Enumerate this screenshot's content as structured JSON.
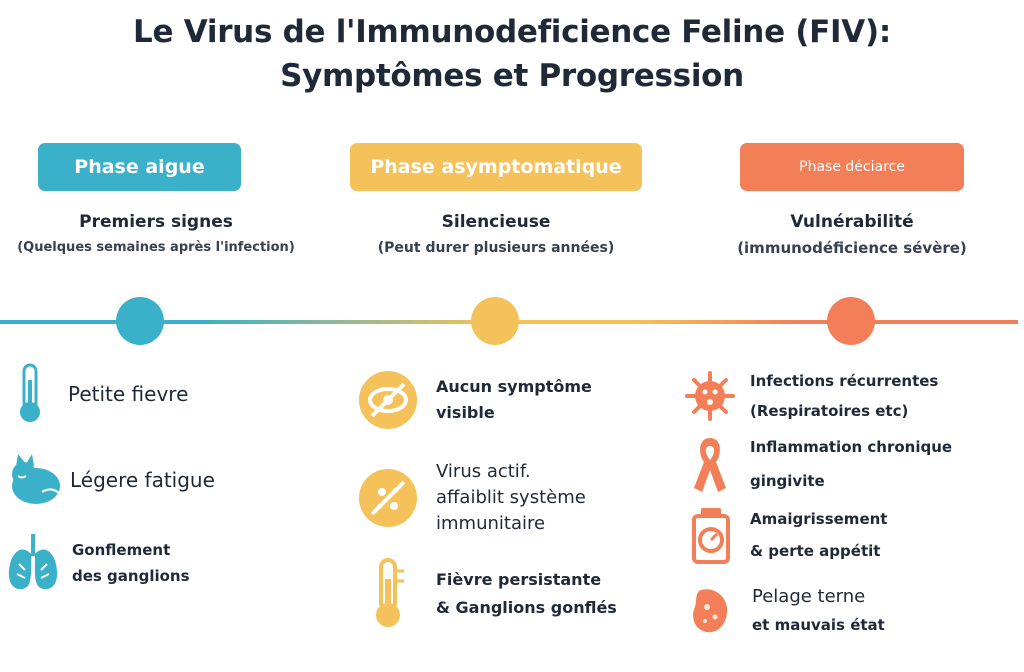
{
  "title": {
    "line1": "Le Virus de l'Immunodeficience Feline (FIV):",
    "line2": "Symptômes et Progression"
  },
  "colors": {
    "blue": "#3ab1c8",
    "yellow": "#f4c15a",
    "orange": "#f27f58"
  },
  "phases": [
    {
      "badge": "Phase aigue",
      "heading": "Premiers signes",
      "subheading": "(Quelques semaines après l'infection)",
      "items": [
        {
          "icon": "thermometer-icon",
          "lines": [
            "Petite fievre"
          ]
        },
        {
          "icon": "sleeping-cat-icon",
          "lines": [
            "Légere fatigue"
          ]
        },
        {
          "icon": "lungs-icon",
          "lines": [
            "Gonflement",
            "des ganglions"
          ]
        }
      ]
    },
    {
      "badge": "Phase asymptomatique",
      "heading": "Silencieuse",
      "subheading": "(Peut durer plusieurs années)",
      "items": [
        {
          "icon": "eye-off-icon",
          "lines": [
            "Aucun symptôme",
            "visible"
          ]
        },
        {
          "icon": "virus-crossed-icon",
          "lines": [
            "Virus actif.",
            "affaiblit système",
            "immunitaire"
          ]
        },
        {
          "icon": "thermometer-icon",
          "lines": [
            "Fièvre persistante",
            "& Ganglions gonflés"
          ]
        }
      ]
    },
    {
      "badge": "Phase déciarce",
      "heading": "Vulnérabilité",
      "subheading": "(immunodéficience sévère)",
      "items": [
        {
          "icon": "virus-icon",
          "lines": [
            "Infections récurrentes",
            "(Respiratoires etc)"
          ]
        },
        {
          "icon": "ribbon-icon",
          "lines": [
            "Inflammation chronique",
            "gingivite"
          ]
        },
        {
          "icon": "scale-icon",
          "lines": [
            "Amaigrissement",
            "& perte appétit"
          ]
        },
        {
          "icon": "dull-coat-icon",
          "lines": [
            "Pelage terne",
            "et mauvais état"
          ]
        }
      ]
    }
  ]
}
